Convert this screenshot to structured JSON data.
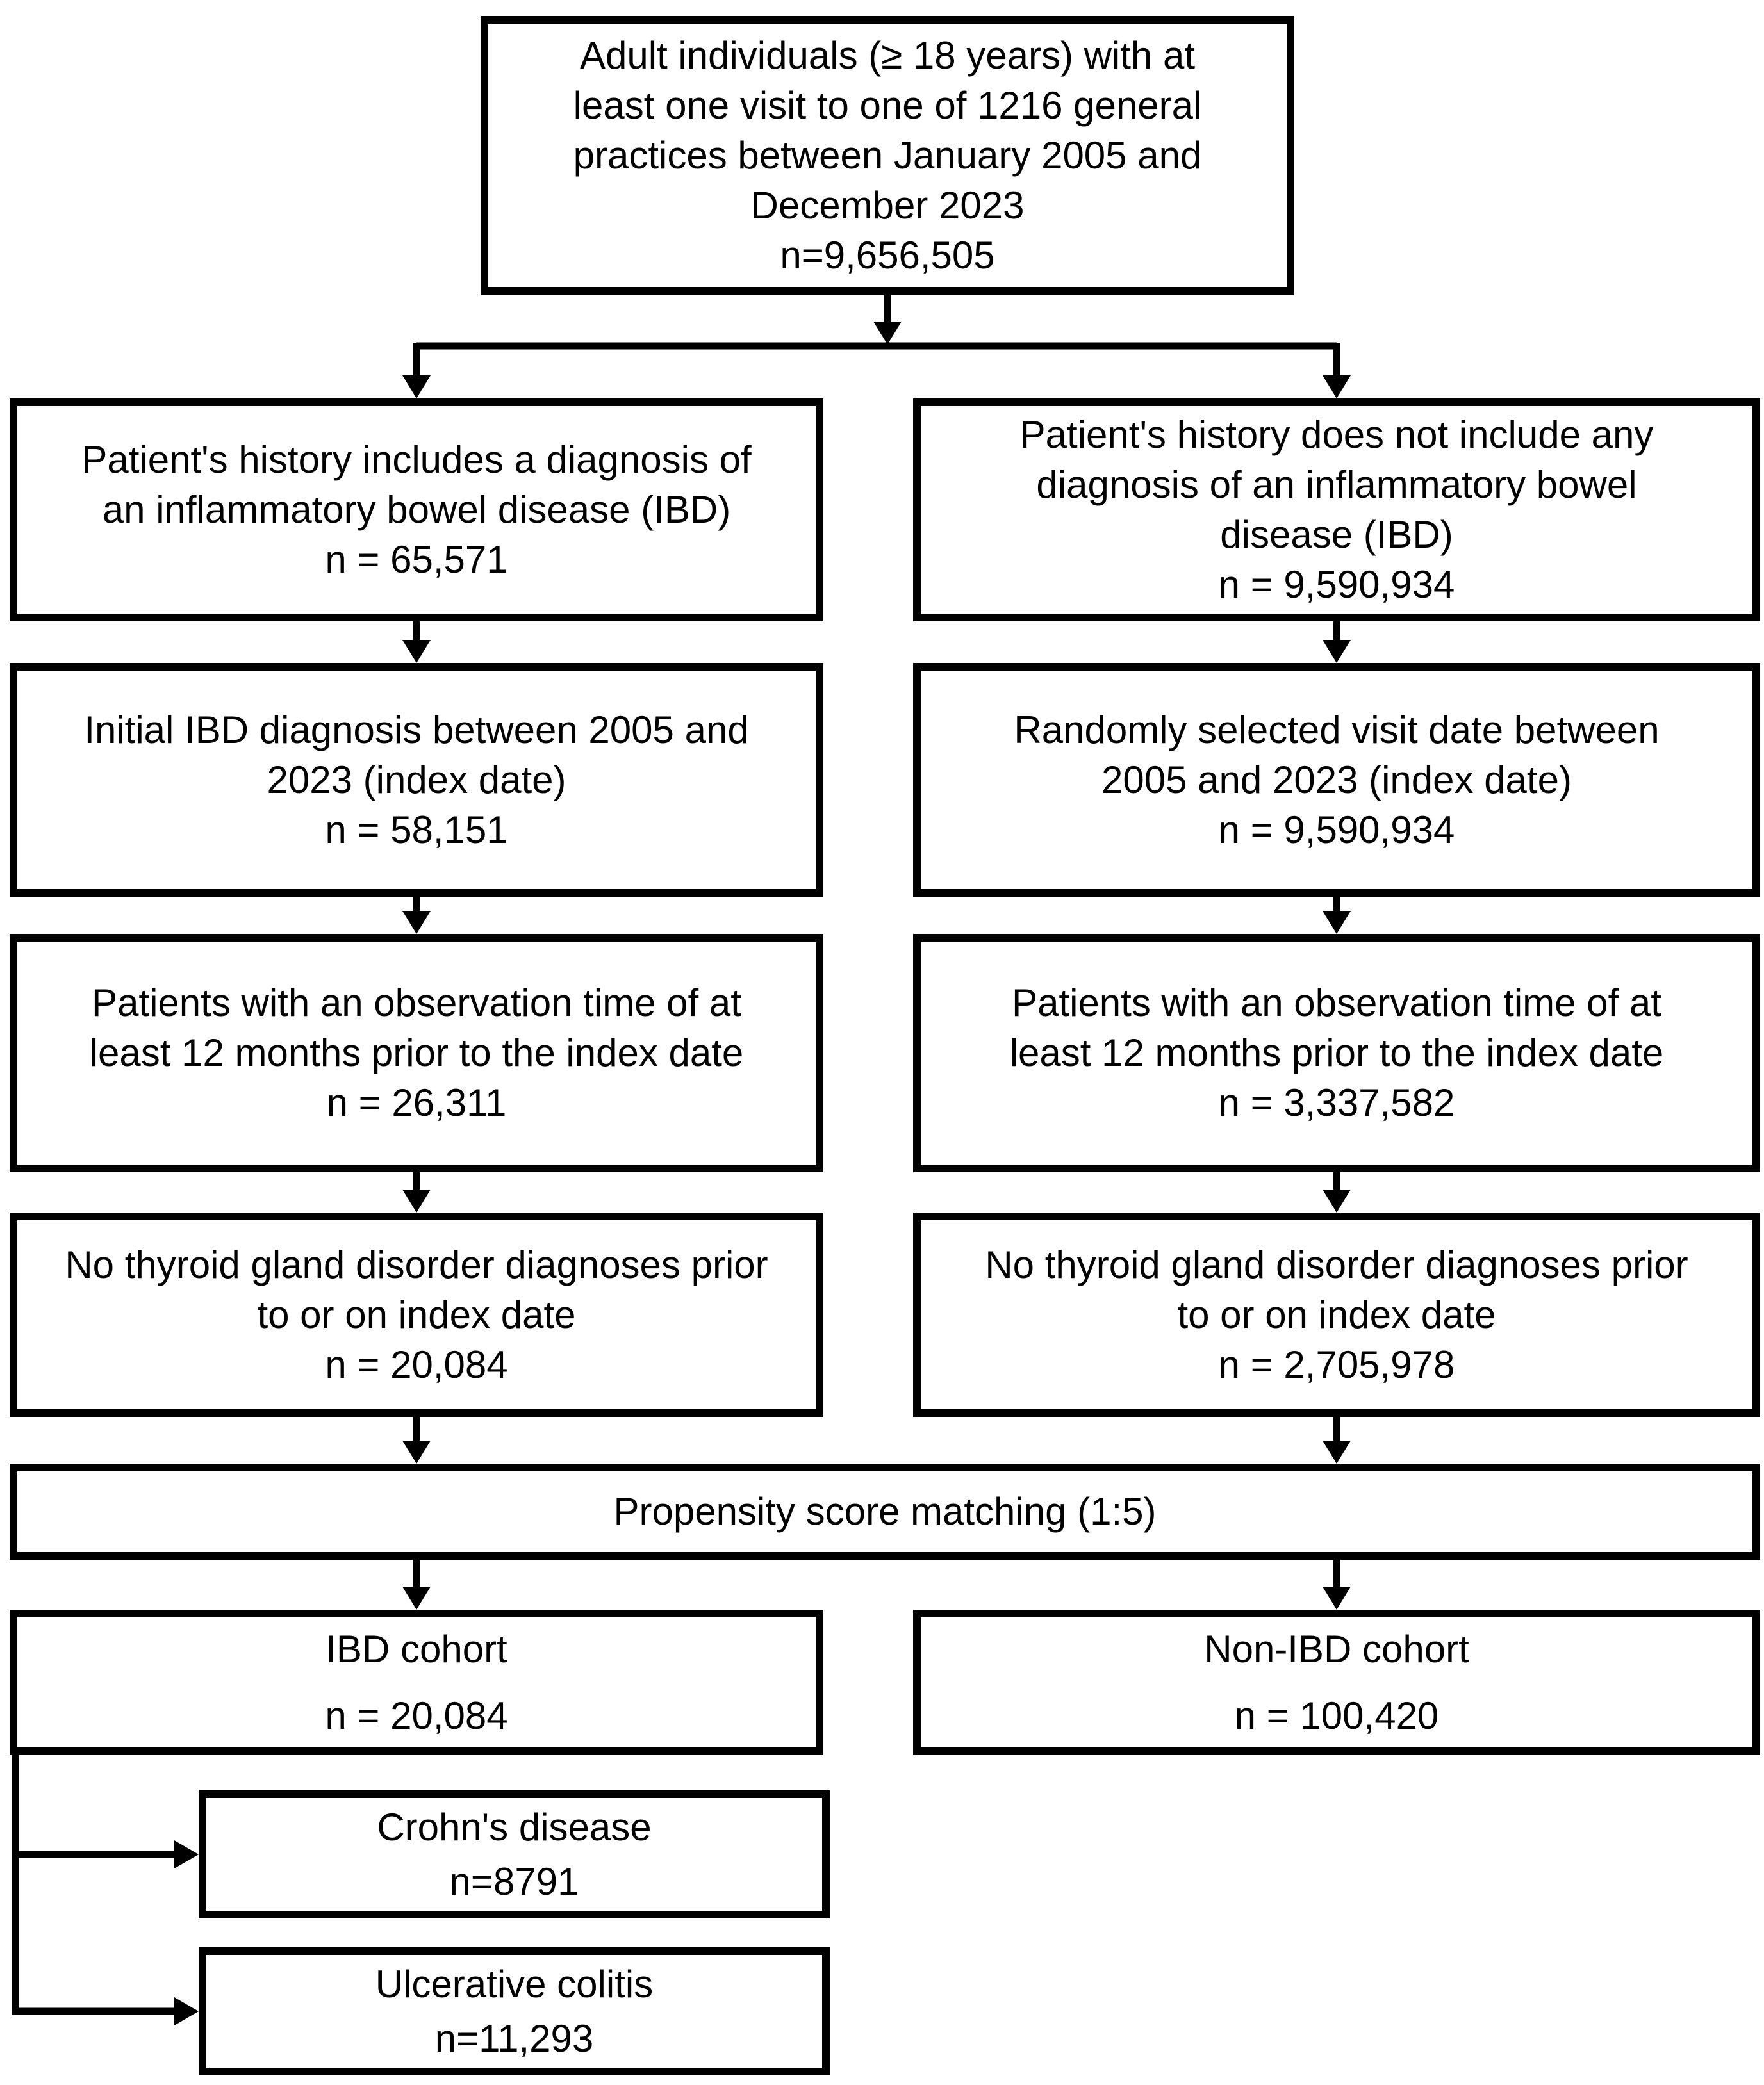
{
  "diagram": {
    "kind": "study-selection-flowchart",
    "colors": {
      "background": "#ffffff",
      "box_fill": "#ffffff",
      "box_border": "#000000",
      "line": "#000000",
      "text": "#000000"
    }
  },
  "nodes": {
    "source": {
      "text": "Adult individuals (≥ 18 years) with at\nleast one visit to one of 1216 general\npractices between January 2005 and\nDecember 2023\nn=9,656,505"
    },
    "ibd_history": {
      "text": "Patient's history includes a diagnosis of\nan inflammatory bowel disease (IBD)\nn = 65,571"
    },
    "nonibd_history": {
      "text": "Patient's history does not include any\ndiagnosis of an inflammatory bowel\ndisease (IBD)\nn = 9,590,934"
    },
    "ibd_index": {
      "text": "Initial IBD diagnosis between 2005 and\n2023 (index date)\nn = 58,151"
    },
    "nonibd_index": {
      "text": "Randomly selected visit date between\n2005 and 2023 (index date)\nn = 9,590,934"
    },
    "ibd_observation": {
      "text": "Patients with an observation time of at\nleast 12 months prior to the index date\nn = 26,311"
    },
    "nonibd_observation": {
      "text": "Patients with an observation time of at\nleast 12 months prior to the index date\nn = 3,337,582"
    },
    "ibd_no_thyroid": {
      "text": "No thyroid gland disorder diagnoses prior\nto or on index date\nn = 20,084"
    },
    "nonibd_no_thyroid": {
      "text": "No thyroid gland disorder diagnoses prior\nto or on index date\nn = 2,705,978"
    },
    "matching": {
      "text": "Propensity score matching (1:5)"
    },
    "ibd_cohort": {
      "text": "IBD cohort\nn = 20,084"
    },
    "nonibd_cohort": {
      "text": "Non-IBD cohort\nn = 100,420"
    },
    "crohns": {
      "text": "Crohn's disease\nn=8791"
    },
    "ulcerative": {
      "text": "Ulcerative colitis\nn=11,293"
    }
  },
  "edges": [
    {
      "from": "source",
      "to": "ibd_history"
    },
    {
      "from": "source",
      "to": "nonibd_history"
    },
    {
      "from": "ibd_history",
      "to": "ibd_index"
    },
    {
      "from": "ibd_index",
      "to": "ibd_observation"
    },
    {
      "from": "ibd_observation",
      "to": "ibd_no_thyroid"
    },
    {
      "from": "ibd_no_thyroid",
      "to": "matching"
    },
    {
      "from": "nonibd_history",
      "to": "nonibd_index"
    },
    {
      "from": "nonibd_index",
      "to": "nonibd_observation"
    },
    {
      "from": "nonibd_observation",
      "to": "nonibd_no_thyroid"
    },
    {
      "from": "nonibd_no_thyroid",
      "to": "matching"
    },
    {
      "from": "matching",
      "to": "ibd_cohort"
    },
    {
      "from": "matching",
      "to": "nonibd_cohort"
    },
    {
      "from": "ibd_cohort",
      "to": "crohns"
    },
    {
      "from": "ibd_cohort",
      "to": "ulcerative"
    }
  ]
}
